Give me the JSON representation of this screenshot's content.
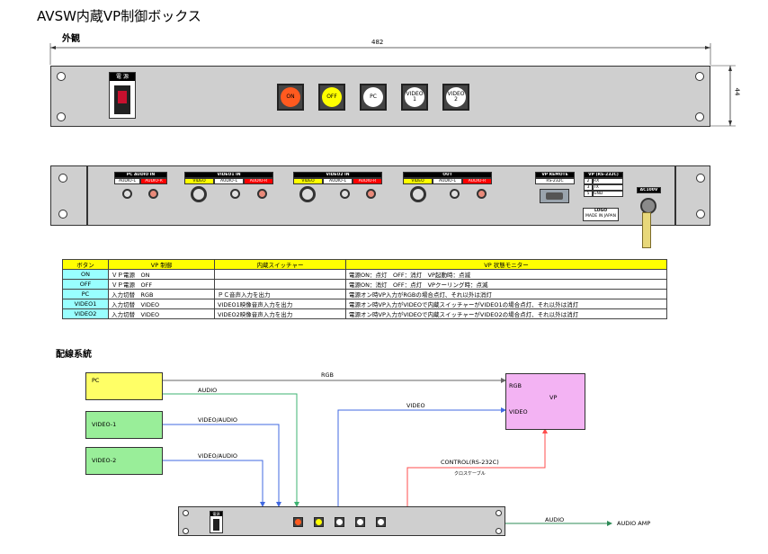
{
  "title": "AVSW内蔵VP制御ボックス",
  "exterior_label": "外観",
  "dimension_width": "482",
  "dimension_height": "44",
  "power_label": "電 源",
  "buttons": [
    {
      "key": "on",
      "label": "ON",
      "color": "#ff5a1f"
    },
    {
      "key": "off",
      "label": "OFF",
      "color": "#ffff00"
    },
    {
      "key": "pc",
      "label": "PC",
      "color": "#ffffff"
    },
    {
      "key": "video1",
      "label": "VIDEO 1",
      "color": "#ffffff"
    },
    {
      "key": "video2",
      "label": "VIDEO 2",
      "color": "#ffffff"
    }
  ],
  "rear": {
    "pc_audio_in": {
      "title": "PC AUDIO IN",
      "ch": [
        "AUDIO-L",
        "AUDIO-R"
      ]
    },
    "video1_in": {
      "title": "VIDEO1 IN",
      "ch": [
        "VIDEO",
        "AUDIO-L",
        "AUDIO-R"
      ]
    },
    "video2_in": {
      "title": "VIDEO2 IN",
      "ch": [
        "VIDEO",
        "AUDIO-L",
        "AUDIO-R"
      ]
    },
    "out": {
      "title": "OUT",
      "ch": [
        "VIDEO",
        "AUDIO-L",
        "AUDIO-R"
      ]
    },
    "vp_remote": {
      "title": "VP REMOTE",
      "sub": "RS-232C"
    },
    "vp_pins": {
      "title": "VP (RS-232C)",
      "rows": [
        [
          "2",
          "RX"
        ],
        [
          "3",
          "TX"
        ],
        [
          "5",
          "GND"
        ]
      ]
    },
    "ac_label": "AC100V",
    "maker_label": "LOGO",
    "maker_sub": "MADE IN JAPAN"
  },
  "table": {
    "headers": [
      "ボタン",
      "VP 制御",
      "内蔵スイッチャー",
      "VP 状態モニター"
    ],
    "rows": [
      [
        "ON",
        "ＶＰ電源　ON",
        "",
        "電源ON：点灯　OFF：消灯　VP起動時：点滅"
      ],
      [
        "OFF",
        "ＶＰ電源　OFF",
        "",
        "電源ON：消灯　OFF：点灯　VPクーリング時：点滅"
      ],
      [
        "PC",
        "入力切替　RGB",
        "ＰＣ音声入力を出力",
        "電源オン時VP入力がRGBの場合点灯、それ以外は消灯"
      ],
      [
        "VIDEO1",
        "入力切替　VIDEO",
        "VIDEO1映像音声入力を出力",
        "電源オン時VP入力がVIDEOで内蔵スイッチャーがVIDEO1の場合点灯、それ以外は消灯"
      ],
      [
        "VIDEO2",
        "入力切替　VIDEO",
        "VIDEO2映像音声入力を出力",
        "電源オン時VP入力がVIDEOで内蔵スイッチャーがVIDEO2の場合点灯、それ以外は消灯"
      ]
    ]
  },
  "wiring": {
    "section_label": "配線系統",
    "nodes": {
      "pc": "PC",
      "video1": "VIDEO-1",
      "video2": "VIDEO-2",
      "vp": "VP",
      "vp_rgb": "RGB",
      "vp_video": "VIDEO",
      "audio_amp": "AUDIO AMP",
      "ctl_power": "電源"
    },
    "lines": {
      "rgb": "RGB",
      "audio": "AUDIO",
      "v1": "VIDEO/AUDIO",
      "v2": "VIDEO/AUDIO",
      "video": "VIDEO",
      "control": "CONTROL(RS-232C)",
      "cross_cable": "クロスケーブル",
      "audio_out": "AUDIO"
    },
    "colors": {
      "rgb": "#666666",
      "audio": "#3cb371",
      "video": "#4169e1",
      "control": "#ff4d4d",
      "audio_out": "#2e8b57"
    }
  }
}
